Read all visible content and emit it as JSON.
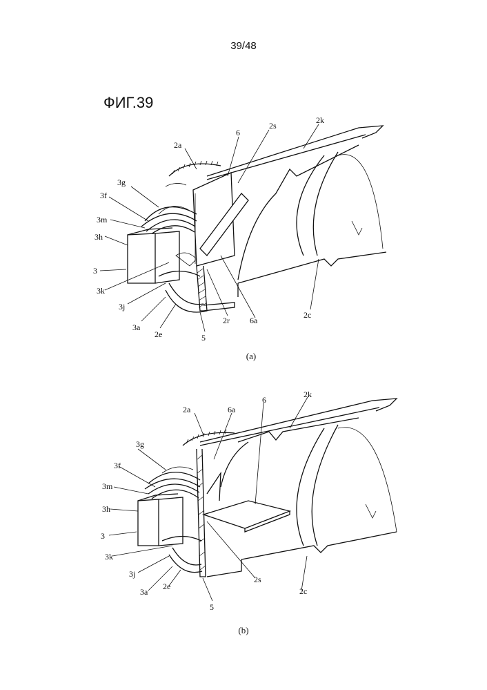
{
  "page_number": "39/48",
  "figure_title": "ФИГ.39",
  "figures": [
    {
      "caption": "(a)",
      "labels": {
        "l2a": "2a",
        "l6": "6",
        "l2s": "2s",
        "l2k": "2k",
        "l3g": "3g",
        "l3f": "3f",
        "l3m": "3m",
        "l3h": "3h",
        "l3": "3",
        "l3k": "3k",
        "l3j": "3j",
        "l3a": "3a",
        "l2e": "2e",
        "l5": "5",
        "l2r": "2r",
        "l6a": "6a",
        "l2c": "2c"
      }
    },
    {
      "caption": "(b)",
      "labels": {
        "l2a": "2a",
        "l6a": "6a",
        "l6": "6",
        "l2k": "2k",
        "l3g": "3g",
        "l3f": "3f",
        "l3m": "3m",
        "l3h": "3h",
        "l3": "3",
        "l3k": "3k",
        "l3j": "3j",
        "l3a": "3a",
        "l2e": "2e",
        "l5": "5",
        "l2s": "2s",
        "l2c": "2c"
      }
    }
  ]
}
